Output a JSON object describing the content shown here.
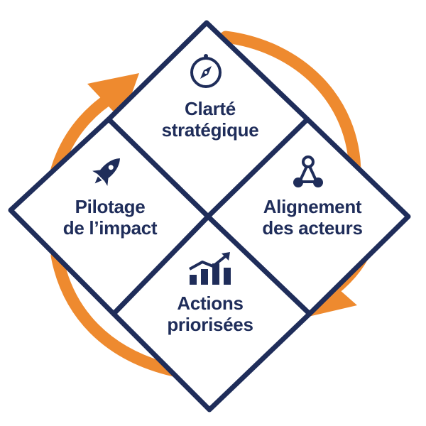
{
  "colors": {
    "navy": "#1f2d5a",
    "orange": "#ee8a2f",
    "background": "#ffffff"
  },
  "quadrants": {
    "top": {
      "line1": "Clarté",
      "line2": "stratégique",
      "icon": "compass-icon"
    },
    "right": {
      "line1": "Alignement",
      "line2": "des acteurs",
      "icon": "network-icon"
    },
    "bottom": {
      "line1": "Actions",
      "line2": "priorisées",
      "icon": "growth-chart-icon"
    },
    "left": {
      "line1": "Pilotage",
      "line2": "de l’impact",
      "icon": "rocket-icon"
    }
  },
  "cycle": {
    "direction": "clockwise",
    "arrows": 2
  }
}
